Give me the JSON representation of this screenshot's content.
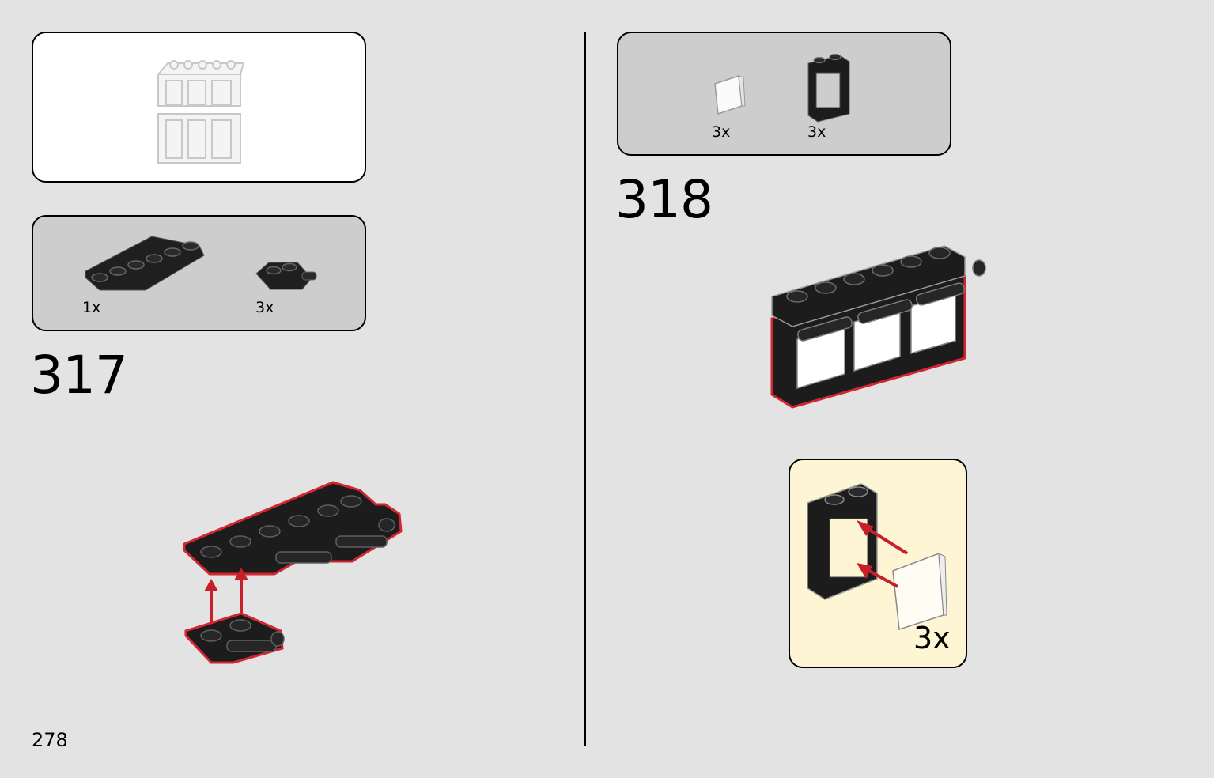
{
  "page_number": "278",
  "left": {
    "overview_label": "",
    "parts": [
      {
        "qty": "1x",
        "part": "plate-1x6"
      },
      {
        "qty": "3x",
        "part": "plate-1x2-with-bar-handles"
      }
    ],
    "step_number": "317"
  },
  "right": {
    "parts": [
      {
        "qty": "3x",
        "part": "transparent-window-pane"
      },
      {
        "qty": "3x",
        "part": "black-window-frame-1x2x2"
      }
    ],
    "step_number": "318",
    "callout_multiplier": "3x"
  },
  "colors": {
    "background": "#e3e3e3",
    "parts_box": "#cdcdcd",
    "callout_box": "#fdf5d3",
    "new_part_outline": "#d22630",
    "arrow": "#c8202a"
  }
}
